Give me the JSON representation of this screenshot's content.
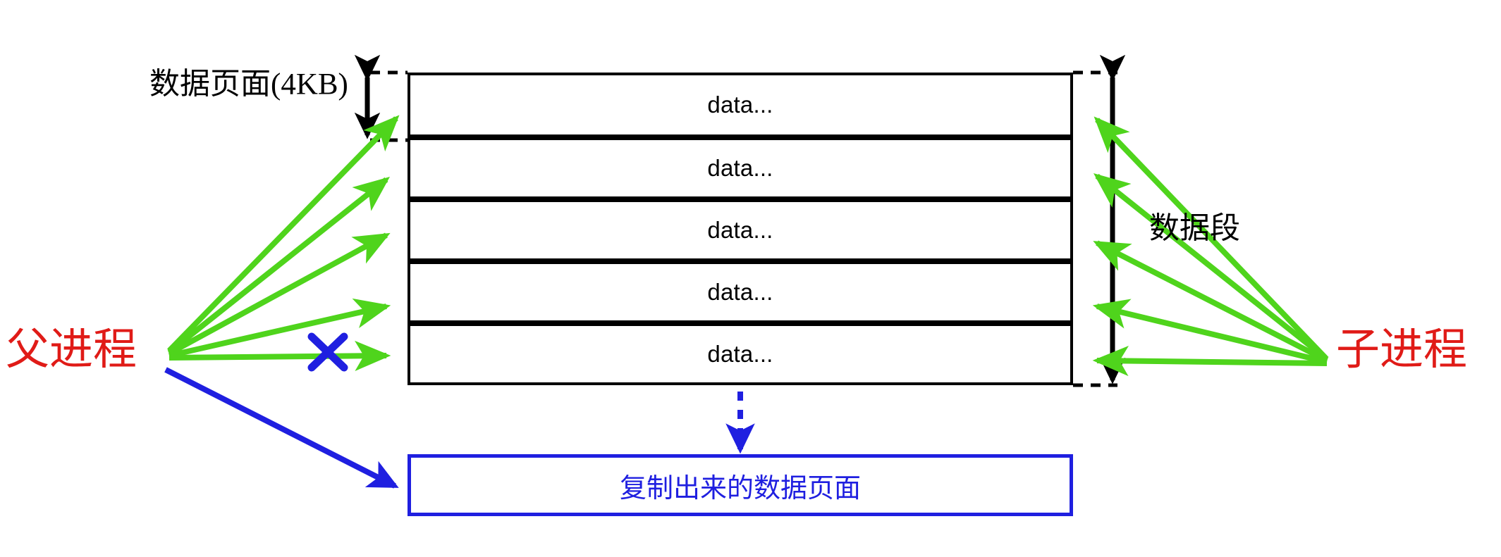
{
  "diagram": {
    "title_text_present": false,
    "colors": {
      "arrow_green": "#4fd41c",
      "process_red": "#e01b17",
      "copy_blue": "#1f1fe0",
      "structure_black": "#000000",
      "background": "#ffffff"
    },
    "page_size_label": "数据页面(4KB)",
    "segment_label": "数据段",
    "parent_process_label": "父进程",
    "child_process_label": "子进程",
    "copied_pages_label": "复制出来的数据页面",
    "data_rows": [
      {
        "label": "data..."
      },
      {
        "label": "data..."
      },
      {
        "label": "data..."
      },
      {
        "label": "data..."
      },
      {
        "label": "data..."
      }
    ],
    "annotations": {
      "blocked_marker": "X",
      "blocked_marker_meaning": "blocked-write-arrow"
    }
  }
}
